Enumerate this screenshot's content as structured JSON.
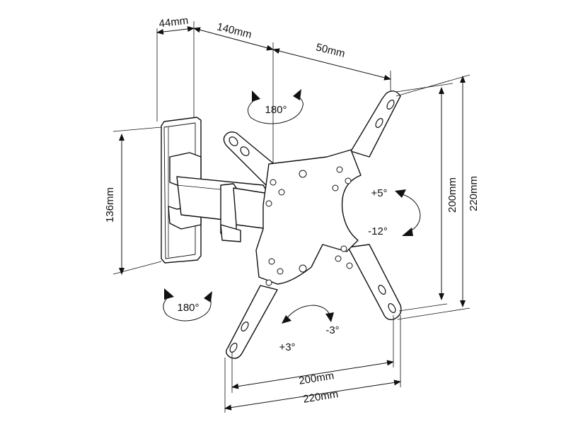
{
  "dimensions": {
    "wall_depth": "44mm",
    "arm_length": "140mm",
    "swivel_offset": "50mm",
    "wall_plate_height": "136mm",
    "vesa_vertical_inner": "200mm",
    "vesa_vertical_outer": "220mm",
    "vesa_horizontal_inner": "200mm",
    "vesa_horizontal_outer": "220mm"
  },
  "rotations": {
    "swivel_top": "180°",
    "swivel_wall": "180°",
    "tilt_up": "+5°",
    "tilt_down": "-12°",
    "rotate_plus": "+3°",
    "rotate_minus": "-3°"
  }
}
